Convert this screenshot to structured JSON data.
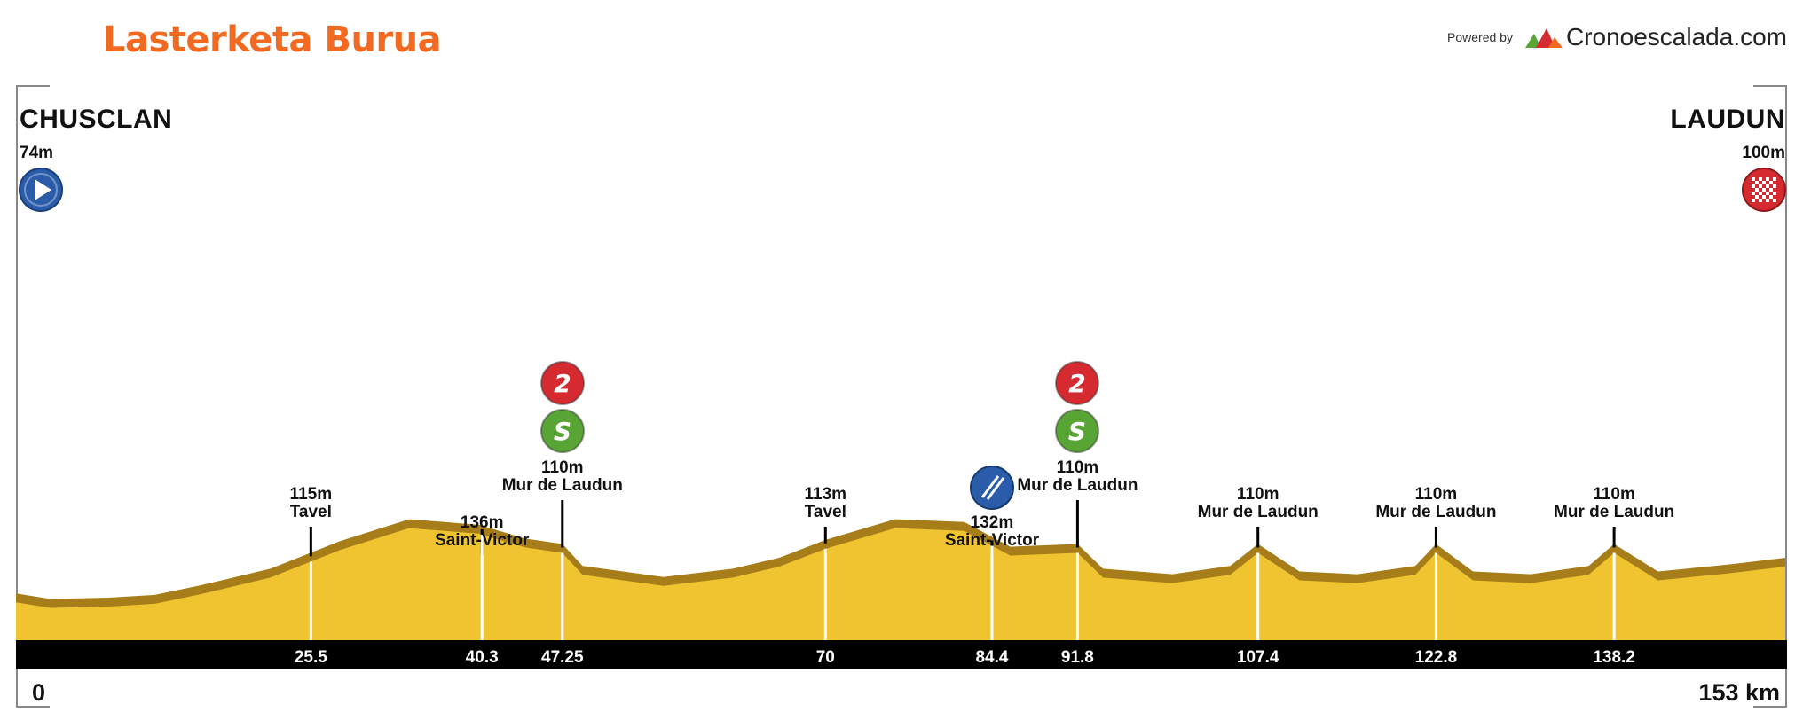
{
  "header": {
    "title": "Lasterketa Burua",
    "powered_by": "Powered by",
    "brand": "Cronoescalada.com"
  },
  "start": {
    "name": "CHUSCLAN",
    "altitude": "74m"
  },
  "finish": {
    "name": "LAUDUN",
    "altitude": "100m"
  },
  "axis": {
    "start_label": "0",
    "end_label": "153 km"
  },
  "colors": {
    "profile_fill": "#f0c330",
    "profile_shade": "#a67d19",
    "axis_bar": "#000000",
    "title": "#f26a21",
    "sprint_badge": "#d42a30",
    "climb_badge": "#58a435",
    "feed_badge": "#2a5caa",
    "start_badge": "#2a5caa",
    "finish_badge": "#d42a30"
  },
  "chart_data": {
    "type": "area",
    "total_km": 153,
    "elevation_profile_km": [
      0,
      3,
      8,
      12,
      16,
      22,
      28,
      34,
      40,
      44,
      47.25,
      49,
      56,
      62,
      66,
      70,
      76,
      82,
      86,
      91.8,
      94,
      100,
      105,
      107.4,
      111,
      116,
      121,
      122.8,
      126,
      131,
      136,
      138.2,
      142,
      148,
      153
    ],
    "elevation_profile_m": [
      74,
      70,
      71,
      73,
      80,
      92,
      112,
      128,
      124,
      114,
      110,
      94,
      86,
      92,
      100,
      113,
      128,
      126,
      108,
      110,
      92,
      88,
      94,
      110,
      90,
      88,
      94,
      110,
      90,
      88,
      94,
      110,
      90,
      95,
      100
    ],
    "waypoints": [
      {
        "km": "25.5",
        "km_value": 25.5,
        "altitude": "115m",
        "name": "Tavel"
      },
      {
        "km": "40.3",
        "km_value": 40.3,
        "altitude": "136m",
        "name": "Saint-Victor"
      },
      {
        "km": "47.25",
        "km_value": 47.25,
        "altitude": "110m",
        "name": "Mur de Laudun",
        "badges": [
          "sprint-2",
          "climb-s"
        ]
      },
      {
        "km": "70",
        "km_value": 70,
        "altitude": "113m",
        "name": "Tavel"
      },
      {
        "km": "84.4",
        "km_value": 84.4,
        "altitude": "132m",
        "name": "Saint-Victor",
        "badges": [
          "feed"
        ]
      },
      {
        "km": "91.8",
        "km_value": 91.8,
        "altitude": "110m",
        "name": "Mur de Laudun",
        "badges": [
          "sprint-2",
          "climb-s"
        ]
      },
      {
        "km": "107.4",
        "km_value": 107.4,
        "altitude": "110m",
        "name": "Mur de Laudun"
      },
      {
        "km": "122.8",
        "km_value": 122.8,
        "altitude": "110m",
        "name": "Mur de Laudun"
      },
      {
        "km": "138.2",
        "km_value": 138.2,
        "altitude": "110m",
        "name": "Mur de Laudun"
      }
    ],
    "badge_text": {
      "sprint-2": "2",
      "climb-s": "S"
    }
  }
}
